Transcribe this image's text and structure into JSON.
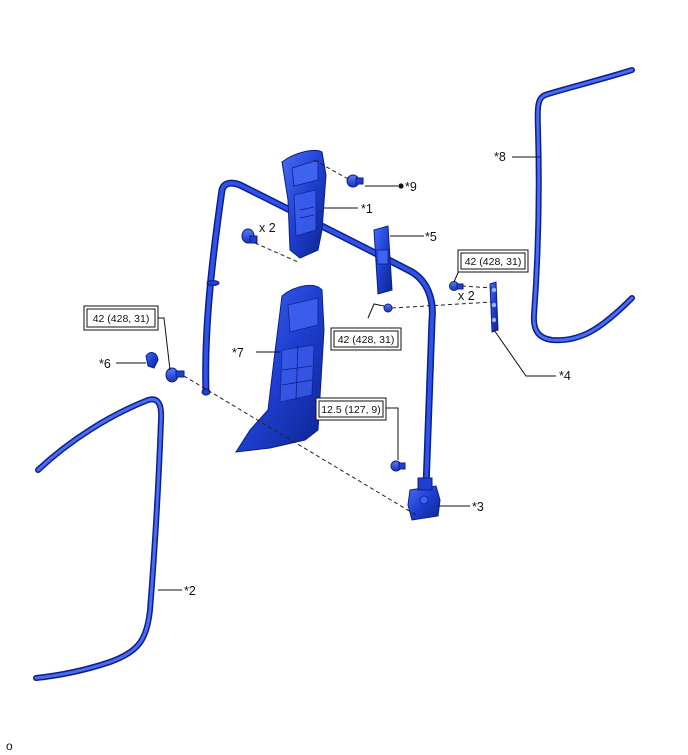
{
  "callouts": {
    "c1": "*1",
    "c2": "*2",
    "c3": "*3",
    "c4": "*4",
    "c5": "*5",
    "c6": "*6",
    "c7": "*7",
    "c8": "*8",
    "c9": "*9"
  },
  "quantities": {
    "q_upper": "x 2",
    "q_right": "x 2"
  },
  "torques": {
    "t_right_top": "42 (428, 31)",
    "t_center": "42 (428, 31)",
    "t_left": "42 (428, 31)",
    "t_anchor": "12.5 (127, 9)"
  },
  "footer": {
    "code": "o"
  },
  "colors": {
    "part_blue": "#1e3fd0",
    "part_dark": "#0a1f8a",
    "part_light": "#3f62f0"
  }
}
